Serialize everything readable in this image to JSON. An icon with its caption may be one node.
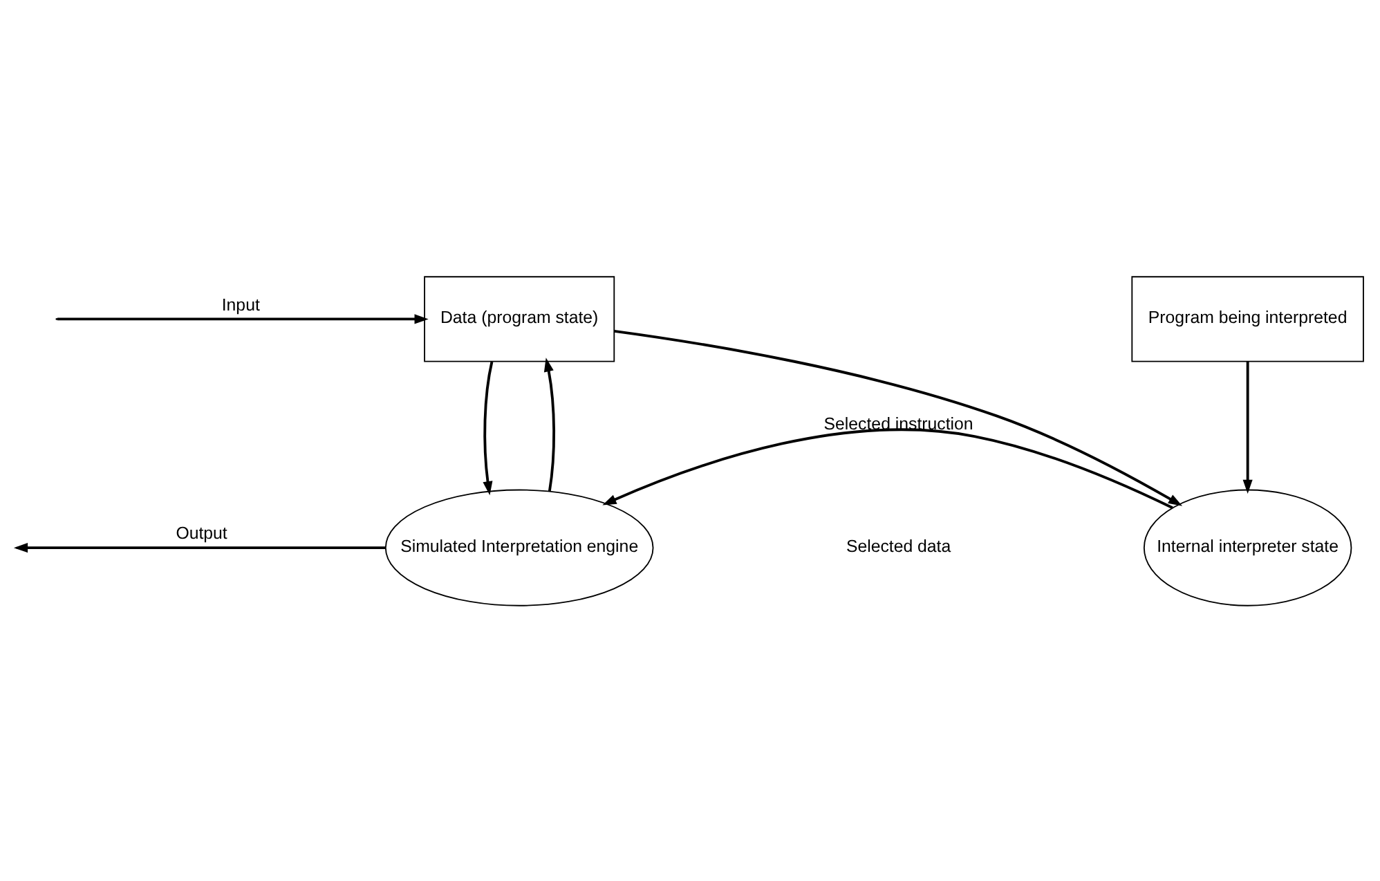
{
  "diagram": {
    "nodes": [
      {
        "text": [
          "Data (program state)"
        ]
      },
      {
        "text": [
          "Program being interpreted"
        ]
      },
      {
        "text": [
          "Simulated Interpretation engine"
        ]
      },
      {
        "text": [
          "Internal interpreter state"
        ]
      }
    ],
    "edges": [
      {
        "from": null,
        "to": 0,
        "arrow": "to",
        "label": "Input"
      },
      {
        "from": 0,
        "to": 3,
        "arrow": "to"
      },
      {
        "from": 1,
        "to": 3,
        "arrow": "to"
      },
      {
        "from": 2,
        "to": 0,
        "arrow": "to"
      },
      {
        "from": 0,
        "to": 2,
        "arrow": "to"
      },
      {
        "from": 3,
        "to": 2,
        "arrow": "to",
        "label": "Selected instruction"
      },
      {
        "from": 2,
        "to": null,
        "arrow": "to",
        "label": "Output"
      }
    ],
    "labels": [
      "Selected data"
    ]
  }
}
